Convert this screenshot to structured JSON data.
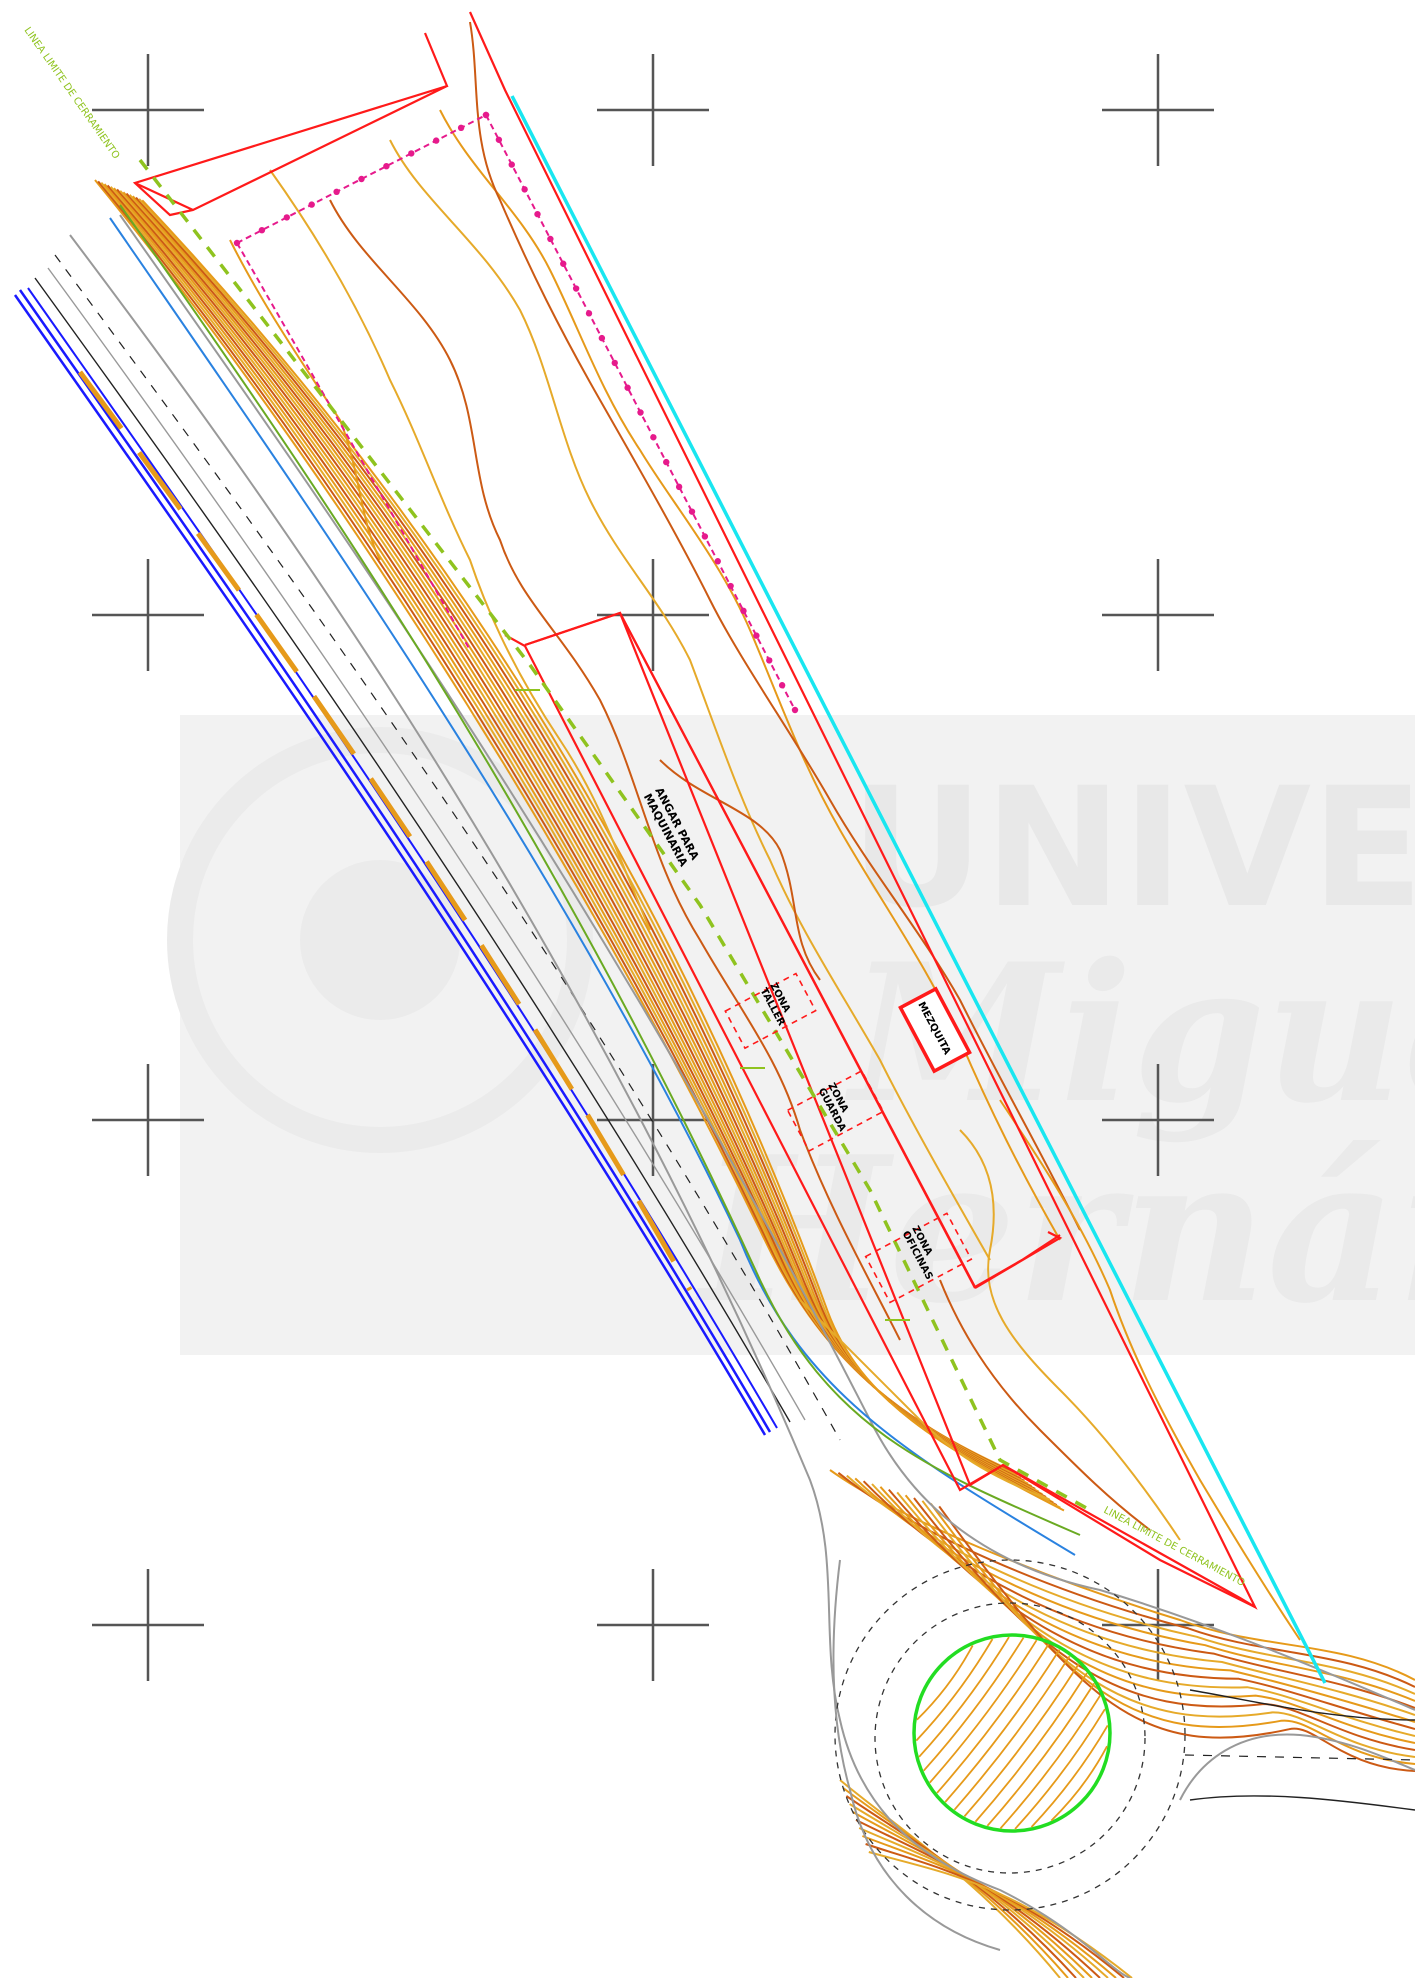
{
  "watermark": {
    "line1": "UNIVERS",
    "line2": "Miguel",
    "line3": "Hernán"
  },
  "labels": {
    "fence_limit_top": "LINEA LIMITE DE CERRAMIENTO",
    "fence_limit_bottom": "LINEA LIMITE DE CERRAMIENTO",
    "hangar_line1": "ANGAR PARA",
    "hangar_line2": "MAQUINARIA",
    "zona_taller_line1": "ZONA",
    "zona_taller_line2": "TALLER",
    "zona_guarda_line1": "ZONA",
    "zona_guarda_line2": "GUARDA",
    "zona_oficinas_line1": "ZONA",
    "zona_oficinas_line2": "OFICINAS",
    "mezquita": "MEZQUITA"
  },
  "colors": {
    "boundary_red": "#ff1a1a",
    "fence_green": "#8fc31f",
    "road_cyan": "#19e6f0",
    "road_blue": "#1a1aff",
    "contour_orange": "#e69a1a",
    "contour_dark": "#cc5a14",
    "roundabout_green": "#22dd22",
    "parcel_magenta": "#e61a8c",
    "crosshair": "#555555"
  }
}
